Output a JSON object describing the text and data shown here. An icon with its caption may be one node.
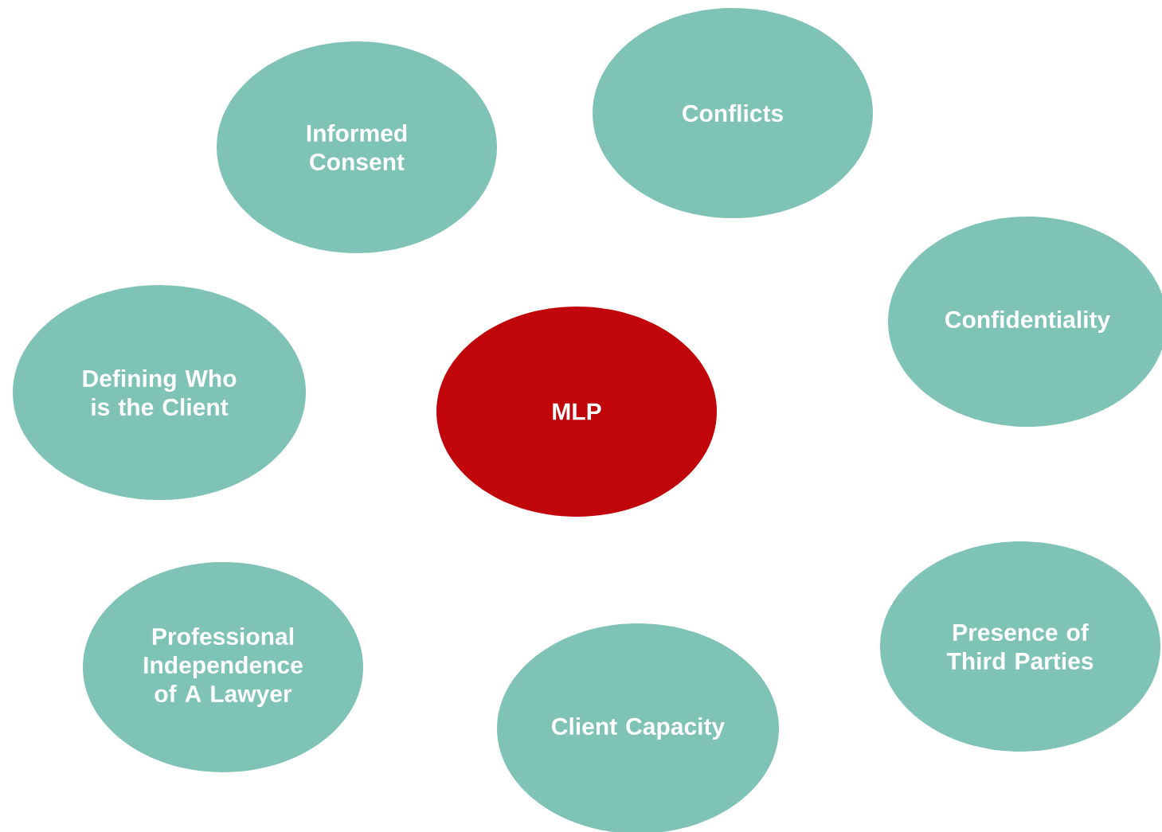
{
  "diagram": {
    "nodes": [
      {
        "text": [
          "Conflicts"
        ]
      },
      {
        "text": [
          "Informed Consent"
        ]
      },
      {
        "text": [
          "Confidentiality"
        ]
      },
      {
        "text": [
          "Defining Who is the Client"
        ]
      },
      {
        "text": [
          "MLP"
        ]
      },
      {
        "text": [
          "Presence of Third Parties"
        ]
      },
      {
        "text": [
          "Professional Independence of A Lawyer"
        ]
      },
      {
        "text": [
          "Client Capacity"
        ]
      }
    ]
  }
}
